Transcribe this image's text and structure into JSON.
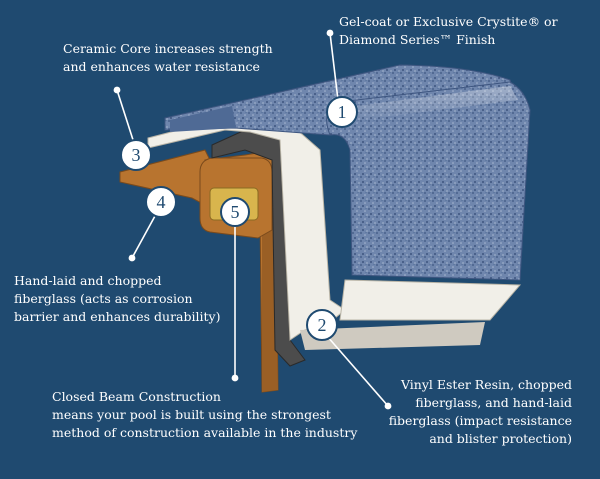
{
  "callouts": [
    {
      "number": "1",
      "lines": [
        "Gel-coat or Exclusive Crystite® or",
        "Diamond Series™ Finish"
      ]
    },
    {
      "number": "2",
      "lines": [
        "Vinyl Ester Resin, chopped",
        "fiberglass, and hand-laid",
        "fiberglass (impact resistance",
        "and blister protection)"
      ]
    },
    {
      "number": "3",
      "lines": [
        "Ceramic Core increases strength",
        "and enhances water resistance"
      ]
    },
    {
      "number": "4",
      "lines": [
        "Hand-laid and chopped",
        "fiberglass (acts as corrosion",
        "barrier and enhances durability)"
      ]
    },
    {
      "number": "5",
      "lines": [
        "Closed Beam Construction",
        "means your pool is built using the strongest",
        "method of construction available in the industry"
      ]
    }
  ],
  "colors": {
    "background": "#1f4a70",
    "gelcoat": "#6f86ad",
    "white_layer": "#f1efe8",
    "gray_layer": "#4c4c4c",
    "copper_layer": "#b8742f",
    "core": "#d8b54d"
  }
}
